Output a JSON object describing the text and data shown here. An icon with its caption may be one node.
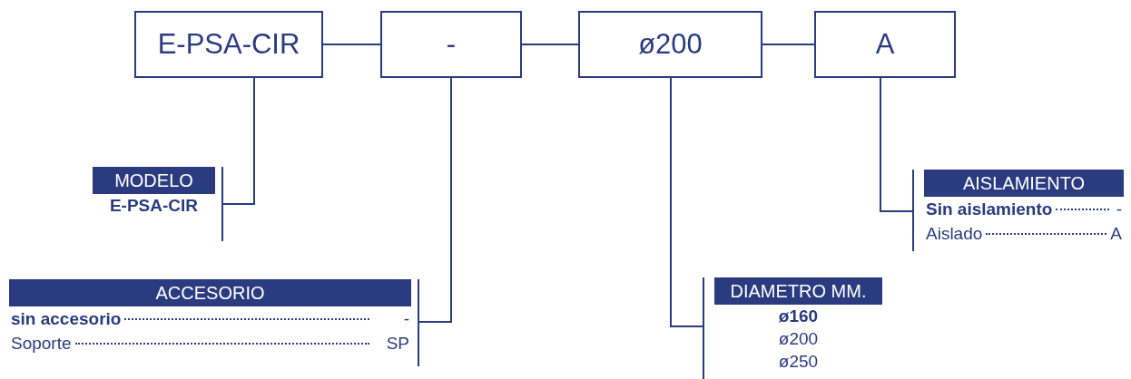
{
  "diagram": {
    "nodes": [
      {
        "text": [
          "E-PSA-CIR"
        ]
      },
      {
        "text": [
          "-"
        ]
      },
      {
        "text": [
          "ø200"
        ]
      },
      {
        "text": [
          "A"
        ]
      },
      {
        "text": [
          "MODELO",
          "E-PSA-CIR"
        ]
      },
      {
        "text": [
          "AISLAMIENTO",
          "Sin aislamiento",
          "-",
          "Aislado",
          "A"
        ]
      },
      {
        "text": [
          "ACCESORIO",
          "sin accesorio",
          "-",
          "Soporte",
          "SP"
        ]
      },
      {
        "text": [
          "DIAMETRO MM.",
          "ø160",
          "ø200",
          "ø250"
        ]
      }
    ],
    "edges": [
      {
        "from": 0,
        "to": 1,
        "arrow": "none"
      },
      {
        "from": 1,
        "to": 2,
        "arrow": "none"
      },
      {
        "from": 2,
        "to": 3,
        "arrow": "none"
      },
      {
        "from": 0,
        "to": 4,
        "arrow": "none"
      },
      {
        "from": 1,
        "to": 6,
        "arrow": "none"
      },
      {
        "from": 2,
        "to": 7,
        "arrow": "none"
      },
      {
        "from": 3,
        "to": 5,
        "arrow": "none"
      }
    ]
  }
}
